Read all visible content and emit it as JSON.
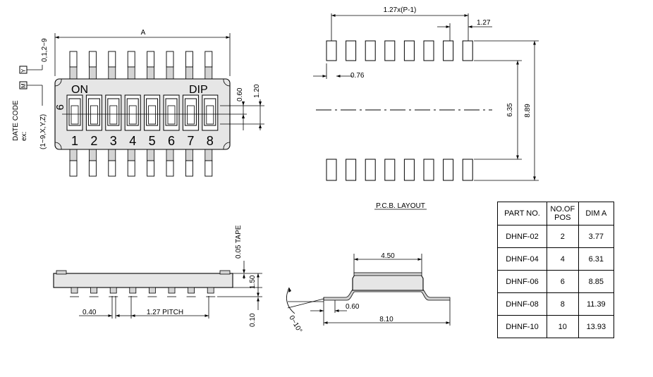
{
  "top_view": {
    "dim_a": "A",
    "on_label": "ON",
    "dip_label": "DIP",
    "side_digit": "9",
    "digits": [
      "1",
      "2",
      "3",
      "4",
      "5",
      "6",
      "7",
      "8"
    ],
    "dim_060": "0.60",
    "dim_120": "1.20",
    "code_values": "0,1,2~9",
    "code_y": "Y",
    "code_m": "M",
    "date_code_line1": "DATE CODE",
    "date_code_line2": "ex:",
    "date_code_line3": "(1~9,X,Y,Z)"
  },
  "pcb_layout": {
    "title": "P.C.B. LAYOUT",
    "dim_pitch_total": "1.27x(P-1)",
    "dim_pitch": "1.27",
    "dim_pad_width": "0.76",
    "dim_inner": "6.35",
    "dim_outer": "8.89"
  },
  "side_view": {
    "dim_tape": "0.05 TAPE",
    "dim_height": "1.50",
    "dim_standoff": "0.10",
    "dim_lead": "0.40",
    "dim_lead_pitch": "1.27 PITCH"
  },
  "end_view": {
    "dim_body": "4.50",
    "dim_foot": "0.60",
    "dim_span": "8.10",
    "dim_angle": "0~10°"
  },
  "parts_table": {
    "headers": [
      "PART NO.",
      "NO.OF POS",
      "DIM A"
    ],
    "header2_line1": "NO.OF",
    "header2_line2": "POS",
    "rows": [
      {
        "part": "DHNF-02",
        "pos": "2",
        "dim": "3.77"
      },
      {
        "part": "DHNF-04",
        "pos": "4",
        "dim": "6.31"
      },
      {
        "part": "DHNF-06",
        "pos": "6",
        "dim": "8.85"
      },
      {
        "part": "DHNF-08",
        "pos": "8",
        "dim": "11.39"
      },
      {
        "part": "DHNF-10",
        "pos": "10",
        "dim": "13.93"
      }
    ]
  }
}
